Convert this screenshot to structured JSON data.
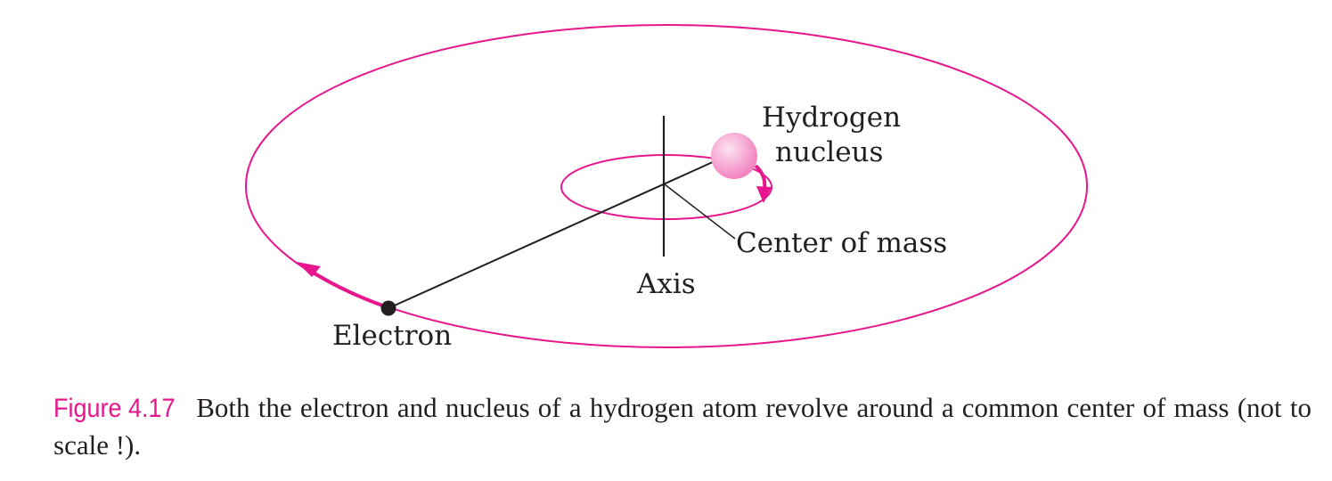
{
  "diagram": {
    "labels": {
      "hydrogen_line1": "Hydrogen",
      "hydrogen_line2": "nucleus",
      "center_of_mass": "Center of mass",
      "axis": "Axis",
      "electron": "Electron"
    },
    "colors": {
      "orbit": "#e6168c",
      "line": "#231f20",
      "electron": "#231f20",
      "nucleus_light": "#fde3f1",
      "nucleus_dark": "#f183c0"
    }
  },
  "caption": {
    "figure_number": "Figure 4.17",
    "text": "Both the electron and nucleus of a hydrogen atom revolve around a common center of mass (not to scale !)."
  }
}
